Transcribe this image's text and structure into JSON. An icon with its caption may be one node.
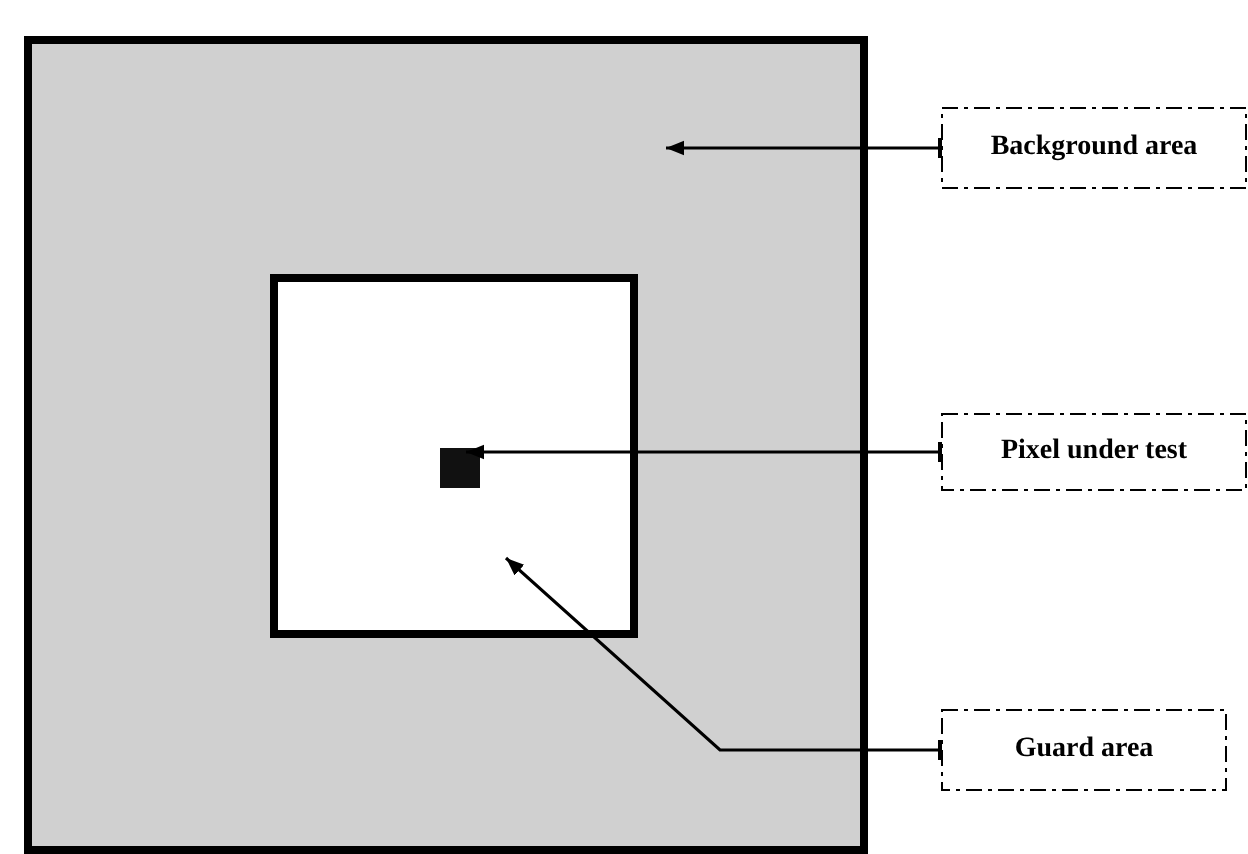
{
  "diagram": {
    "nodes": [
      {
        "text": [],
        "shape": "box"
      },
      {
        "text": [],
        "shape": "box",
        "in": 0
      },
      {
        "text": [],
        "shape": "box",
        "in": 1
      },
      {
        "text": [
          "Background area"
        ]
      },
      {
        "text": [
          "Pixel under test"
        ]
      },
      {
        "text": [
          "Guard area"
        ]
      }
    ],
    "edges": [
      {
        "from": 3,
        "to": 0,
        "arrow": "to"
      },
      {
        "from": 4,
        "to": 2,
        "arrow": "to"
      },
      {
        "from": 5,
        "to": 1,
        "arrow": "to"
      }
    ]
  }
}
